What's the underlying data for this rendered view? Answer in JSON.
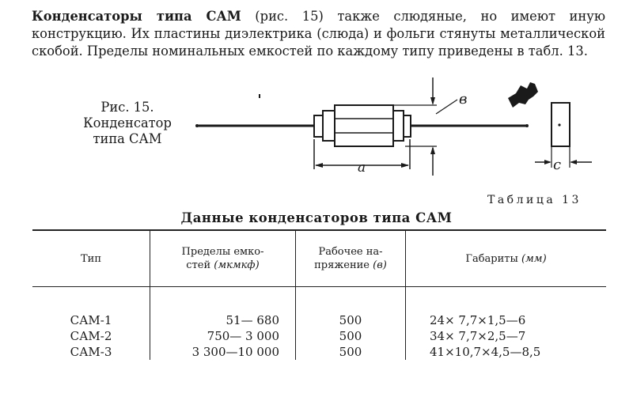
{
  "paragraph": {
    "lead_bold": "Конденсаторы типа САМ",
    "rest": " (рис. 15) также слюдяные, но имеют иную конструкцию. Их пластины диэлектрика (слюда) и фольги стянуты металлической скобой. Пределы номинальных емкостей по каждому типу приведены в табл. 13."
  },
  "figure": {
    "caption_line1": "Рис. 15.",
    "caption_line2": "Конденсатор",
    "caption_line3": "типа САМ",
    "label_a": "a",
    "label_b": "в",
    "label_c": "с"
  },
  "table": {
    "number_label": "Таблица 13",
    "title": "Данные конденсаторов типа САМ",
    "headers": {
      "type": "Тип",
      "capacity_line1": "Пределы емко-",
      "capacity_line2": "стей",
      "capacity_unit": "(мкмкф)",
      "voltage_line1": "Рабочее на-",
      "voltage_line2": "пряжение",
      "voltage_unit": "(в)",
      "dims": "Габариты",
      "dims_unit": "(мм)"
    },
    "rows": [
      {
        "type": "САМ-1",
        "capacity": "51— 680",
        "voltage": "500",
        "dims": "24× 7,7×1,5—6"
      },
      {
        "type": "САМ-2",
        "capacity": "750— 3 000",
        "voltage": "500",
        "dims": "34× 7,7×2,5—7"
      },
      {
        "type": "САМ-3",
        "capacity": "3 300—10 000",
        "voltage": "500",
        "dims": "41×10,7×4,5—8,5"
      }
    ]
  }
}
